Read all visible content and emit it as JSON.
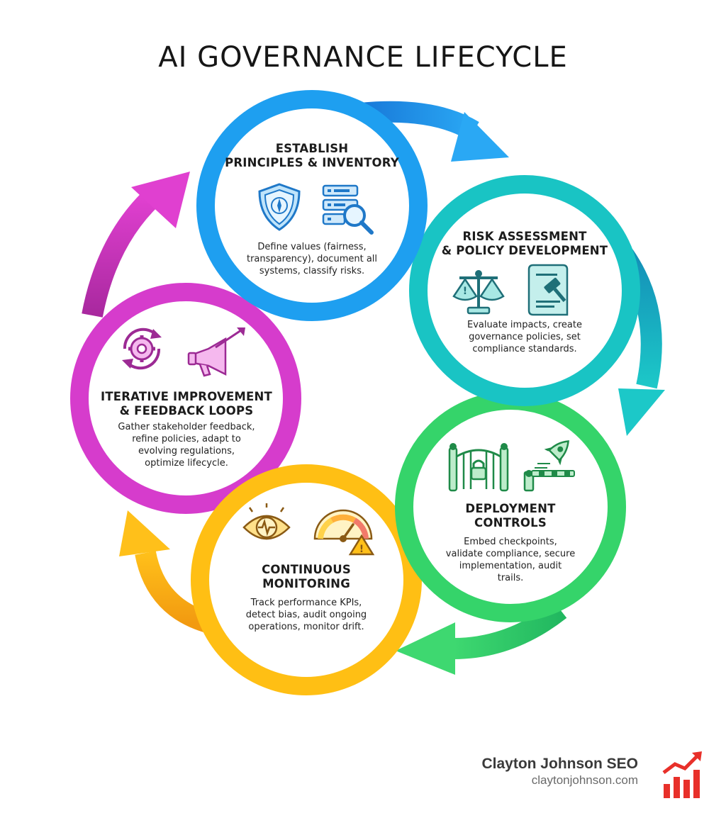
{
  "title": "AI GOVERNANCE LIFECYCLE",
  "stages": [
    {
      "title": [
        "ESTABLISH",
        "PRINCIPLES & INVENTORY"
      ],
      "description": [
        "Define values (fairness,",
        "transparency), document all",
        "systems, classify risks."
      ],
      "color": "#1e9ff0",
      "icons": [
        "shield-compass-icon",
        "inventory-search-icon"
      ]
    },
    {
      "title": [
        "RISK ASSESSMENT",
        "& POLICY DEVELOPMENT"
      ],
      "description": [
        "Evaluate impacts, create",
        "governance policies, set",
        "compliance standards."
      ],
      "color": "#19c4c4",
      "icons": [
        "balance-scale-icon",
        "policy-document-gavel-icon"
      ]
    },
    {
      "title": [
        "DEPLOYMENT",
        "CONTROLS"
      ],
      "description": [
        "Embed checkpoints,",
        "validate compliance, secure",
        "implementation, audit",
        "trails."
      ],
      "color": "#35d46a",
      "icons": [
        "locked-gate-icon",
        "rocket-barrier-icon"
      ]
    },
    {
      "title": [
        "CONTINUOUS",
        "MONITORING"
      ],
      "description": [
        "Track performance KPIs,",
        "detect bias, audit ongoing",
        "operations, monitor drift."
      ],
      "color": "#ffbf14",
      "icons": [
        "eye-pulse-icon",
        "gauge-warning-icon"
      ]
    },
    {
      "title": [
        "ITERATIVE IMPROVEMENT",
        "& FEEDBACK LOOPS"
      ],
      "description": [
        "Gather stakeholder feedback,",
        "refine policies, adapt to",
        "evolving regulations,",
        "optimize lifecycle."
      ],
      "color": "#d63ccc",
      "icons": [
        "gear-cycle-icon",
        "megaphone-growth-icon"
      ]
    }
  ],
  "brand": {
    "name": "Clayton Johnson SEO",
    "url": "claytonjohnson.com",
    "logo_color": "#e8302a"
  }
}
